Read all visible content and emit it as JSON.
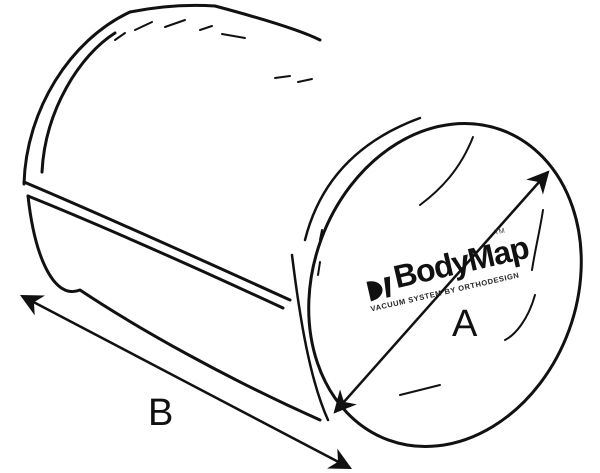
{
  "figure": {
    "subject": "cylindrical vacuum bolster",
    "style": "black line drawing on white",
    "colors": {
      "line": "#111111",
      "background": "#ffffff"
    }
  },
  "logo": {
    "brand": "BodyMap",
    "trademark": "TM",
    "tagline": "VACUUM SYSTEM BY ORTHODESIGN"
  },
  "dimensions": {
    "a": {
      "label": "A",
      "meaning": "end-cap diameter"
    },
    "b": {
      "label": "B",
      "meaning": "cylinder length"
    }
  }
}
